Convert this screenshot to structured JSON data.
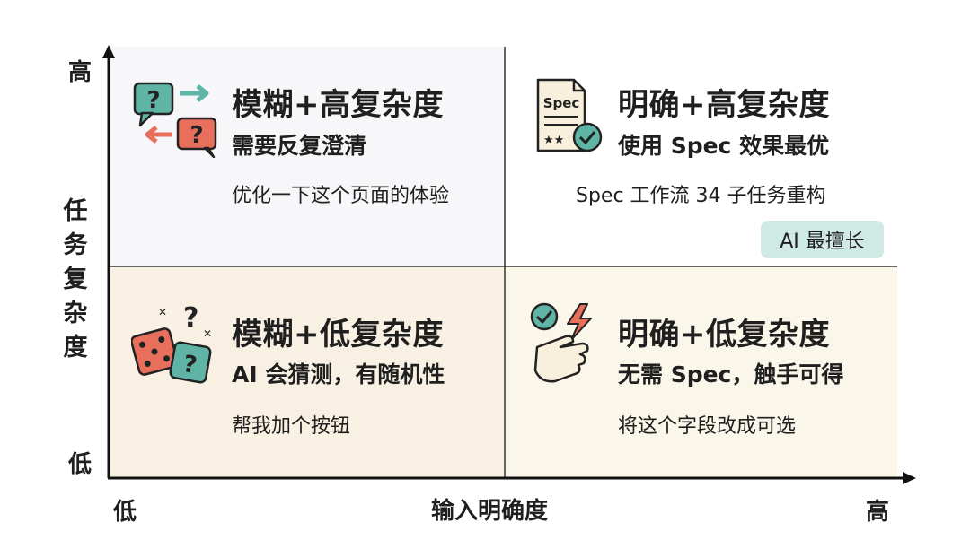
{
  "axes": {
    "x_label": "输入明确度",
    "x_low": "低",
    "x_high": "高",
    "y_label": "任务复杂度",
    "y_low": "低",
    "y_high": "高"
  },
  "quadrants": {
    "top_left": {
      "title": "模糊+高复杂度",
      "subtitle": "需要反复澄清",
      "example": "优化一下这个页面的体验"
    },
    "top_right": {
      "title": "明确+高复杂度",
      "subtitle": "使用 Spec 效果最优",
      "example": "Spec 工作流 34 子任务重构",
      "badge": "AI 最擅长",
      "icon_text": "Spec"
    },
    "bottom_left": {
      "title": "模糊+低复杂度",
      "subtitle": "AI 会猜测，有随机性",
      "example": "帮我加个按钮"
    },
    "bottom_right": {
      "title": "明确+低复杂度",
      "subtitle": "无需 Spec，触手可得",
      "example": "将这个字段改成可选"
    }
  },
  "colors": {
    "teal": "#5fb4a6",
    "coral": "#e86f5c",
    "badge_bg": "#cfe9e4",
    "low_clarity_bg": "#f8f0e2"
  },
  "icons": {
    "top_left": "question-chat-bubbles-icon",
    "top_right": "spec-document-check-icon",
    "bottom_left": "dice-question-icon",
    "bottom_right": "finger-snap-check-icon"
  }
}
